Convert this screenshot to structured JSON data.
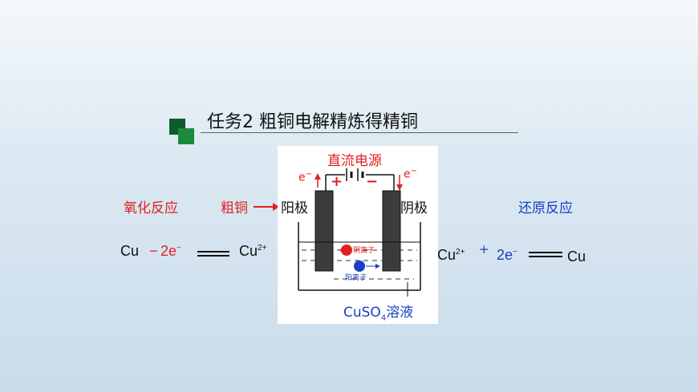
{
  "slide": {
    "title": "任务2  粗铜电解精炼得精铜"
  },
  "diagram": {
    "power_label": "直流电源",
    "electron_left": "e",
    "electron_right": "e",
    "electron_sup": "−",
    "plus_sign": "+",
    "minus_sign": "−",
    "cation_label": "阴离子",
    "anion_label": "阳离子",
    "solution_label": "CuSO",
    "solution_sub": "4",
    "solution_suffix": "溶液"
  },
  "left": {
    "reaction_type": "氧化反应",
    "electrode_material": "粗铜",
    "electrode_role": "阳极",
    "eq_reactant": "Cu",
    "eq_op": "−",
    "eq_electrons": "2e",
    "eq_electrons_sup": "−",
    "eq_product": "Cu",
    "eq_product_sup": "2+"
  },
  "right": {
    "reaction_type": "还原反应",
    "electrode_role": "阴极",
    "eq_reactant": "Cu",
    "eq_reactant_sup": "2+",
    "eq_op": "+",
    "eq_electrons": "2e",
    "eq_electrons_sup": "−",
    "eq_product": "Cu"
  },
  "colors": {
    "red": "#e02020",
    "blue": "#1a3fc4",
    "dark_green": "#0f5a2a",
    "green": "#1c8a3c"
  }
}
